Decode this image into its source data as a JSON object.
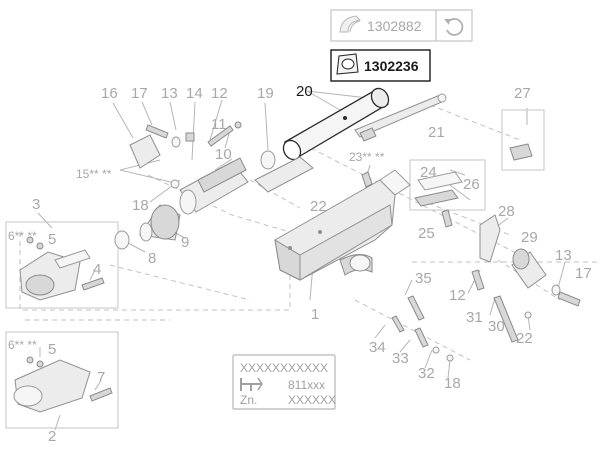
{
  "callout_boxes": {
    "replaced": {
      "part_number": "1302882",
      "icon": "rotate-arrow-icon"
    },
    "current": {
      "part_number": "1302236"
    }
  },
  "labels": {
    "l1": "1",
    "l2": "2",
    "l3": "3",
    "l4": "4",
    "l5a": "5",
    "l5b": "5",
    "l6a": "6** **",
    "l6b": "6** **",
    "l7": "7",
    "l8": "8",
    "l9": "9",
    "l10": "10",
    "l11": "11",
    "l12a": "12",
    "l12b": "12",
    "l13a": "13",
    "l13b": "13",
    "l14": "14",
    "l15": "15** **",
    "l16": "16",
    "l17a": "17",
    "l17b": "17",
    "l18a": "18",
    "l18b": "18",
    "l19": "19",
    "l20": "20",
    "l21": "21",
    "l22a": "22",
    "l22b": "22",
    "l23": "23** **",
    "l24": "24",
    "l25": "25",
    "l26": "26",
    "l27": "27",
    "l28": "28",
    "l29": "29",
    "l30": "30",
    "l31": "31",
    "l32": "32",
    "l33": "33",
    "l34": "34",
    "l35": "35"
  },
  "type_plate": {
    "row1_left": "XXXXXX",
    "row1_right": "XXXXX",
    "row2_right": "811xxx",
    "row3_left": "Zn.",
    "row3_right": "XXXXXX"
  },
  "colors": {
    "accent_ink": "#1a1a1a",
    "line_gray": "#b5b5b5",
    "part_fill": "#ececec"
  }
}
